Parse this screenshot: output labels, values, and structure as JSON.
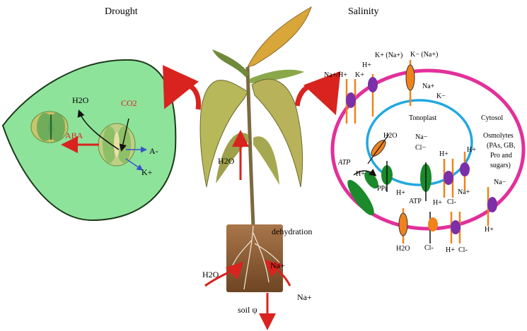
{
  "titles": {
    "drought": "Drought",
    "salinity": "Salinity"
  },
  "leaf_cell": {
    "water": "H2O",
    "co2": "CO2",
    "aba": "ABA",
    "anion": "A-",
    "potassium": "K+"
  },
  "plant": {
    "water_up": "H2O",
    "dehydration": "dehydration",
    "root_water": "H2O",
    "root_sodium": "Na+",
    "soil_sodium": "Na+",
    "soil_potential": "soil ψ"
  },
  "salt_cell": {
    "antiporter": "Na+/H+",
    "h_plus": "H+",
    "k_plus": "K+",
    "k_na_1": "K+ (Na+)",
    "k_na_2": "K− (Na+)",
    "cyto_na": "Na+",
    "cyto_k": "K−",
    "tonoplast": "Tonoplast",
    "cytosol": "Cytosol",
    "osmolytes": [
      "Osmolytes",
      "(PAs, GB,",
      "Pro and",
      "sugars)"
    ],
    "vac_na": "Na−",
    "vac_cl": "Cl−",
    "vac_h2o": "H2O",
    "atp_1": "ATP",
    "atp_2": "ATP",
    "ppi": "PPi",
    "h_1": "H+",
    "h_2": "H+",
    "h_3": "H+",
    "h_4": "H+",
    "h_5": "H+",
    "na_1": "Na+",
    "cl_1": "Cl-",
    "na_2": "Na−",
    "h_6": "H+",
    "bottom_h2o": "H2O",
    "bottom_cl": "Cl-",
    "bottom_h": "H+",
    "bottom_cl2": "Cl-"
  },
  "colors": {
    "leaf_green": "#8ee39b",
    "arrow_red": "#d8231f",
    "membrane_magenta": "#e2309a",
    "tonoplast_blue": "#22a8e0",
    "orange": "#f0821c",
    "purple": "#7b2fa8",
    "transporter_green": "#1a8a2a",
    "soil_brown": "#8a5a33"
  }
}
